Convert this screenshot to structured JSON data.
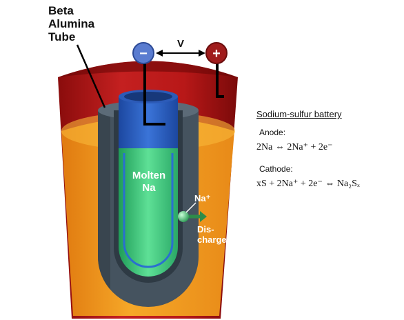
{
  "diagram": {
    "tube_label_lines": [
      "Beta",
      "Alumina",
      "Tube"
    ],
    "voltage_label": "V",
    "negative_terminal": "−",
    "positive_terminal": "+",
    "molten_label_lines": [
      "Molten",
      "Na"
    ],
    "ion_label": "Na⁺",
    "discharge_label_lines": [
      "Dis-",
      "charge"
    ]
  },
  "equations": {
    "title": "Sodium-sulfur battery",
    "anode_label": "Anode:",
    "anode_equation": "2Na ⇔ 2Na⁺ + 2e⁻",
    "cathode_label": "Cathode:",
    "cathode_equation": "xS + 2Na⁺ + 2e⁻ ⇔ Na₂Sₓ"
  },
  "colors": {
    "outer_cup_red": "#b41818",
    "sulfur_orange": "#f0a020",
    "tube_gray": "#4a5a68",
    "anode_blue": "#2a5fc0",
    "sodium_green": "#3ec27a",
    "negative_terminal": "#5c7ed0",
    "positive_terminal": "#a01c1c"
  }
}
